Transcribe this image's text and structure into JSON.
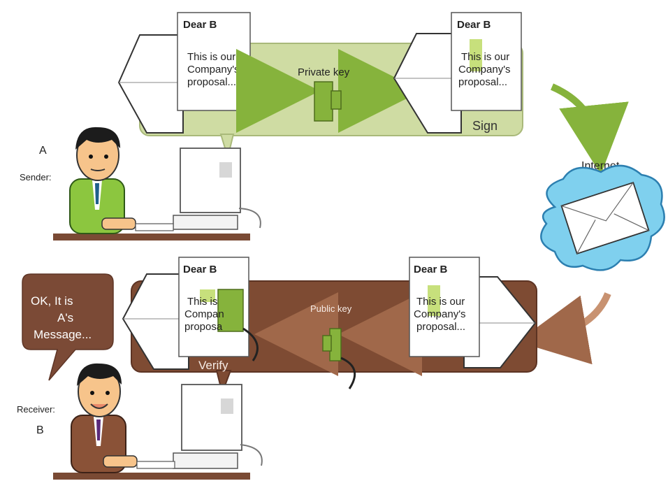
{
  "top_panel": {
    "letter": {
      "greeting": "Dear B",
      "body_lines": [
        "This is our",
        "Company's",
        "proposal..."
      ]
    },
    "signed_letter": {
      "greeting": "Dear B",
      "body_lines": [
        "This is our",
        "Company's",
        "proposal..."
      ]
    },
    "key_label": "Private key",
    "action_label": "Sign"
  },
  "sender": {
    "letter": "A",
    "role": "Sender:"
  },
  "network": {
    "label": "Internet"
  },
  "bottom_panel": {
    "incoming_letter": {
      "greeting": "Dear B",
      "body_lines": [
        "This is our",
        "Company's",
        "proposal..."
      ]
    },
    "verified_letter": {
      "greeting": "Dear B",
      "body_lines": [
        "This is",
        "Compan",
        "proposa"
      ]
    },
    "key_label": "Public key",
    "action_label": "Verify"
  },
  "receiver": {
    "role": "Receiver:",
    "letter": "B",
    "speech_lines": [
      "OK, It is",
      "A's",
      "Message..."
    ]
  },
  "colors": {
    "green_panel": "#cfdca3",
    "green_key": "#86b33c",
    "brown_panel": "#7e4b33",
    "cloud_blue": "#7fd0ee",
    "speech_brown": "#7b4a36"
  }
}
